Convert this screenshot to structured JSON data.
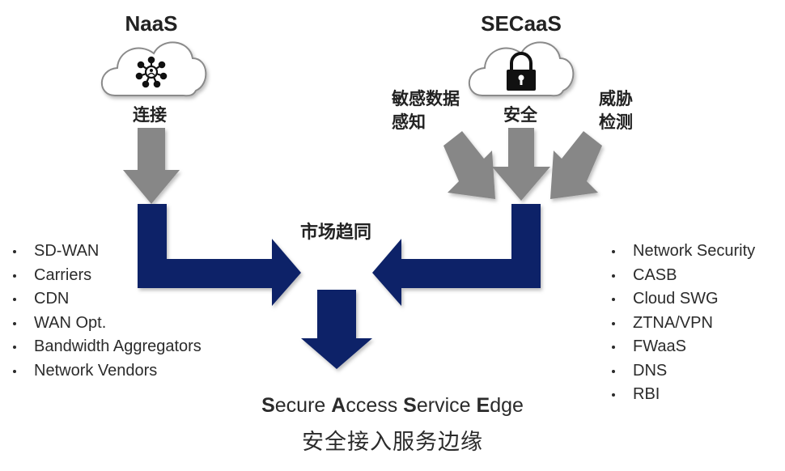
{
  "naas": {
    "title": "NaaS",
    "icon": "network-hub-icon",
    "label": "连接"
  },
  "secaas": {
    "title": "SECaaS",
    "icon": "lock-icon",
    "label_security": "安全",
    "label_data": "敏感数据\n感知",
    "label_threat": "威胁\n检测"
  },
  "convergence_label": "市场趋同",
  "left_list": [
    "SD-WAN",
    "Carriers",
    "CDN",
    "WAN Opt.",
    "Bandwidth Aggregators",
    "Network Vendors"
  ],
  "right_list": [
    "Network Security",
    "CASB",
    "Cloud SWG",
    "ZTNA/VPN",
    "FWaaS",
    "DNS",
    "RBI"
  ],
  "caption": {
    "en_parts": [
      {
        "initial": "S",
        "rest": "ecure "
      },
      {
        "initial": "A",
        "rest": "ccess "
      },
      {
        "initial": "S",
        "rest": "ervice "
      },
      {
        "initial": "E",
        "rest": "dge"
      }
    ],
    "zh": "安全接入服务边缘"
  },
  "colors": {
    "navy_arrow": "#0d2467",
    "gray_arrow": "#878787",
    "cloud_outline": "#8a8a8a"
  }
}
